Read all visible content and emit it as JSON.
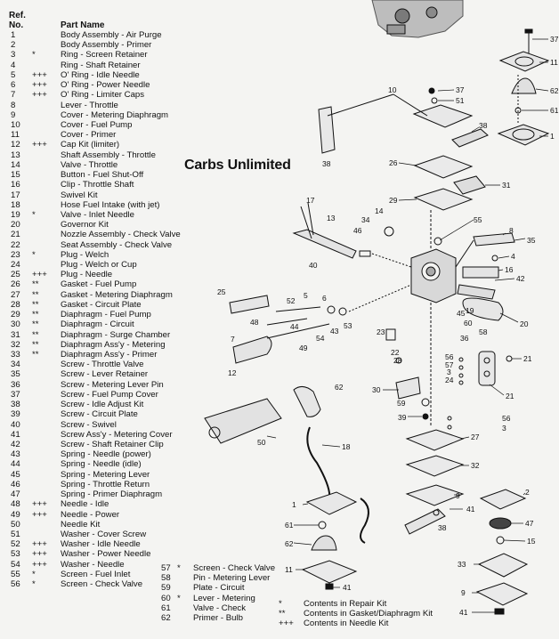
{
  "header": {
    "ref_line1": "Ref.",
    "ref_line2": "No.",
    "part_name": "Part Name"
  },
  "brand": "Carbs Unlimited",
  "parts": [
    {
      "no": "1",
      "mark": "",
      "name": "Body Assembly - Air Purge"
    },
    {
      "no": "2",
      "mark": "",
      "name": "Body Assembly - Primer"
    },
    {
      "no": "3",
      "mark": "*",
      "name": "Ring - Screen Retainer"
    },
    {
      "no": "4",
      "mark": "",
      "name": "Ring - Shaft Retainer"
    },
    {
      "no": "5",
      "mark": "+++",
      "name": "O' Ring - Idle Needle"
    },
    {
      "no": "6",
      "mark": "+++",
      "name": "O' Ring - Power Needle"
    },
    {
      "no": "7",
      "mark": "+++",
      "name": "O' Ring - Limiter Caps"
    },
    {
      "no": "8",
      "mark": "",
      "name": "Lever - Throttle"
    },
    {
      "no": "9",
      "mark": "",
      "name": "Cover - Metering Diaphragm"
    },
    {
      "no": "10",
      "mark": "",
      "name": "Cover - Fuel Pump"
    },
    {
      "no": "11",
      "mark": "",
      "name": "Cover - Primer"
    },
    {
      "no": "12",
      "mark": "+++",
      "name": "Cap Kit (limiter)"
    },
    {
      "no": "13",
      "mark": "",
      "name": "Shaft Assembly - Throttle"
    },
    {
      "no": "14",
      "mark": "",
      "name": "Valve - Throttle"
    },
    {
      "no": "15",
      "mark": "",
      "name": "Button - Fuel Shut-Off"
    },
    {
      "no": "16",
      "mark": "",
      "name": "Clip - Throttle Shaft"
    },
    {
      "no": "17",
      "mark": "",
      "name": "Swivel Kit"
    },
    {
      "no": "18",
      "mark": "",
      "name": "Hose Fuel Intake (with jet)"
    },
    {
      "no": "19",
      "mark": "*",
      "name": "Valve - Inlet Needle"
    },
    {
      "no": "20",
      "mark": "",
      "name": "Governor Kit"
    },
    {
      "no": "21",
      "mark": "",
      "name": "Nozzle Assembly - Check Valve"
    },
    {
      "no": "22",
      "mark": "",
      "name": "Seat Assembly - Check Valve"
    },
    {
      "no": "23",
      "mark": "*",
      "name": "Plug - Welch"
    },
    {
      "no": "24",
      "mark": "",
      "name": "Plug - Welch or Cup"
    },
    {
      "no": "25",
      "mark": "+++",
      "name": "Plug - Needle"
    },
    {
      "no": "26",
      "mark": "**",
      "name": "Gasket - Fuel Pump"
    },
    {
      "no": "27",
      "mark": "**",
      "name": "Gasket - Metering Diaphragm"
    },
    {
      "no": "28",
      "mark": "**",
      "name": "Gasket - Circuit Plate"
    },
    {
      "no": "29",
      "mark": "**",
      "name": "Diaphragm - Fuel Pump"
    },
    {
      "no": "30",
      "mark": "**",
      "name": "Diaphragm - Circuit"
    },
    {
      "no": "31",
      "mark": "**",
      "name": "Diaphragm - Surge Chamber"
    },
    {
      "no": "32",
      "mark": "**",
      "name": "Diaphragm Ass'y - Metering"
    },
    {
      "no": "33",
      "mark": "**",
      "name": "Diaphragm Ass'y - Primer"
    },
    {
      "no": "34",
      "mark": "",
      "name": "Screw - Throttle Valve"
    },
    {
      "no": "35",
      "mark": "",
      "name": "Screw - Lever Retainer"
    },
    {
      "no": "36",
      "mark": "",
      "name": "Screw - Metering Lever Pin"
    },
    {
      "no": "37",
      "mark": "",
      "name": "Screw - Fuel Pump Cover"
    },
    {
      "no": "38",
      "mark": "",
      "name": "Screw - Idle Adjust Kit"
    },
    {
      "no": "39",
      "mark": "",
      "name": "Screw - Circuit Plate"
    },
    {
      "no": "40",
      "mark": "",
      "name": "Screw - Swivel"
    },
    {
      "no": "41",
      "mark": "",
      "name": "Screw Ass'y - Metering Cover"
    },
    {
      "no": "42",
      "mark": "",
      "name": "Screw - Shaft Retainer Clip"
    },
    {
      "no": "43",
      "mark": "",
      "name": "Spring - Needle (power)"
    },
    {
      "no": "44",
      "mark": "",
      "name": "Spring - Needle (idle)"
    },
    {
      "no": "45",
      "mark": "",
      "name": "Spring - Metering Lever"
    },
    {
      "no": "46",
      "mark": "",
      "name": "Spring - Throttle Return"
    },
    {
      "no": "47",
      "mark": "",
      "name": "Spring - Primer Diaphragm"
    },
    {
      "no": "48",
      "mark": "+++",
      "name": "Needle - Idle"
    },
    {
      "no": "49",
      "mark": "+++",
      "name": "Needle - Power"
    },
    {
      "no": "50",
      "mark": "",
      "name": "Needle Kit"
    },
    {
      "no": "51",
      "mark": "",
      "name": "Washer - Cover Screw"
    },
    {
      "no": "52",
      "mark": "+++",
      "name": "Washer - Idle Needle"
    },
    {
      "no": "53",
      "mark": "+++",
      "name": "Washer - Power Needle"
    },
    {
      "no": "54",
      "mark": "+++",
      "name": "Washer - Needle"
    },
    {
      "no": "55",
      "mark": "*",
      "name": "Screen - Fuel Inlet"
    },
    {
      "no": "56",
      "mark": "*",
      "name": "Screen - Check Valve"
    }
  ],
  "parts_extra": [
    {
      "no": "57",
      "mark": "*",
      "name": "Screen - Check Valve"
    },
    {
      "no": "58",
      "mark": "",
      "name": "Pin - Metering Lever"
    },
    {
      "no": "59",
      "mark": "",
      "name": "Plate - Circuit"
    },
    {
      "no": "60",
      "mark": "*",
      "name": "Lever - Metering"
    },
    {
      "no": "61",
      "mark": "",
      "name": "Valve - Check"
    },
    {
      "no": "62",
      "mark": "",
      "name": "Primer - Bulb"
    }
  ],
  "legend": [
    {
      "mark": "*",
      "text": "Contents in Repair Kit"
    },
    {
      "mark": "**",
      "text": "Contents in Gasket/Diaphragm Kit"
    },
    {
      "mark": "+++",
      "text": "Contents in Needle Kit"
    }
  ],
  "callouts": [
    {
      "id": "c37a",
      "text": "37"
    },
    {
      "id": "c11a",
      "text": "11"
    },
    {
      "id": "c62a",
      "text": "62"
    },
    {
      "id": "c61a",
      "text": "61"
    },
    {
      "id": "c1a",
      "text": "1"
    },
    {
      "id": "c10",
      "text": "10"
    },
    {
      "id": "c37b",
      "text": "37"
    },
    {
      "id": "c51",
      "text": "51"
    },
    {
      "id": "c38a",
      "text": "38"
    },
    {
      "id": "c38b",
      "text": "38"
    },
    {
      "id": "c26",
      "text": "26"
    },
    {
      "id": "c29",
      "text": "29"
    },
    {
      "id": "c31",
      "text": "31"
    },
    {
      "id": "c17",
      "text": "17"
    },
    {
      "id": "c13",
      "text": "13"
    },
    {
      "id": "c34",
      "text": "34"
    },
    {
      "id": "c14",
      "text": "14"
    },
    {
      "id": "c55",
      "text": "55"
    },
    {
      "id": "c46",
      "text": "46"
    },
    {
      "id": "c8",
      "text": "8"
    },
    {
      "id": "c35",
      "text": "35"
    },
    {
      "id": "c4",
      "text": "4"
    },
    {
      "id": "c40",
      "text": "40"
    },
    {
      "id": "c16",
      "text": "16"
    },
    {
      "id": "c42",
      "text": "42"
    },
    {
      "id": "c25",
      "text": "25"
    },
    {
      "id": "c5",
      "text": "5"
    },
    {
      "id": "c6",
      "text": "6"
    },
    {
      "id": "c52",
      "text": "52"
    },
    {
      "id": "c19",
      "text": "19"
    },
    {
      "id": "c45",
      "text": "45"
    },
    {
      "id": "c60",
      "text": "60"
    },
    {
      "id": "c20",
      "text": "20"
    },
    {
      "id": "c48",
      "text": "48"
    },
    {
      "id": "c44",
      "text": "44"
    },
    {
      "id": "c54",
      "text": "54"
    },
    {
      "id": "c43",
      "text": "43"
    },
    {
      "id": "c53",
      "text": "53"
    },
    {
      "id": "c7",
      "text": "7"
    },
    {
      "id": "c49",
      "text": "49"
    },
    {
      "id": "c23",
      "text": "23"
    },
    {
      "id": "c58",
      "text": "58"
    },
    {
      "id": "c36",
      "text": "36"
    },
    {
      "id": "c22",
      "text": "22"
    },
    {
      "id": "c28",
      "text": "28"
    },
    {
      "id": "c56a",
      "text": "56"
    },
    {
      "id": "c57",
      "text": "57"
    },
    {
      "id": "c3a",
      "text": "3"
    },
    {
      "id": "c24",
      "text": "24"
    },
    {
      "id": "c21a",
      "text": "21"
    },
    {
      "id": "c21b",
      "text": "21"
    },
    {
      "id": "c12",
      "text": "12"
    },
    {
      "id": "c62b",
      "text": "62"
    },
    {
      "id": "c30",
      "text": "30"
    },
    {
      "id": "c59",
      "text": "59"
    },
    {
      "id": "c39",
      "text": "39"
    },
    {
      "id": "c56b",
      "text": "56"
    },
    {
      "id": "c3b",
      "text": "3"
    },
    {
      "id": "c27",
      "text": "27"
    },
    {
      "id": "c50",
      "text": "50"
    },
    {
      "id": "c18",
      "text": "18"
    },
    {
      "id": "c32",
      "text": "32"
    },
    {
      "id": "c1b",
      "text": "1"
    },
    {
      "id": "c9a",
      "text": "9"
    },
    {
      "id": "c41a",
      "text": "41"
    },
    {
      "id": "c2",
      "text": "2"
    },
    {
      "id": "c61b",
      "text": "61"
    },
    {
      "id": "c62c",
      "text": "62"
    },
    {
      "id": "c38c",
      "text": "38"
    },
    {
      "id": "c47",
      "text": "47"
    },
    {
      "id": "c15",
      "text": "15"
    },
    {
      "id": "c11b",
      "text": "11"
    },
    {
      "id": "c41b",
      "text": "41"
    },
    {
      "id": "c33",
      "text": "33"
    },
    {
      "id": "c9b",
      "text": "9"
    },
    {
      "id": "c41c",
      "text": "41"
    }
  ]
}
